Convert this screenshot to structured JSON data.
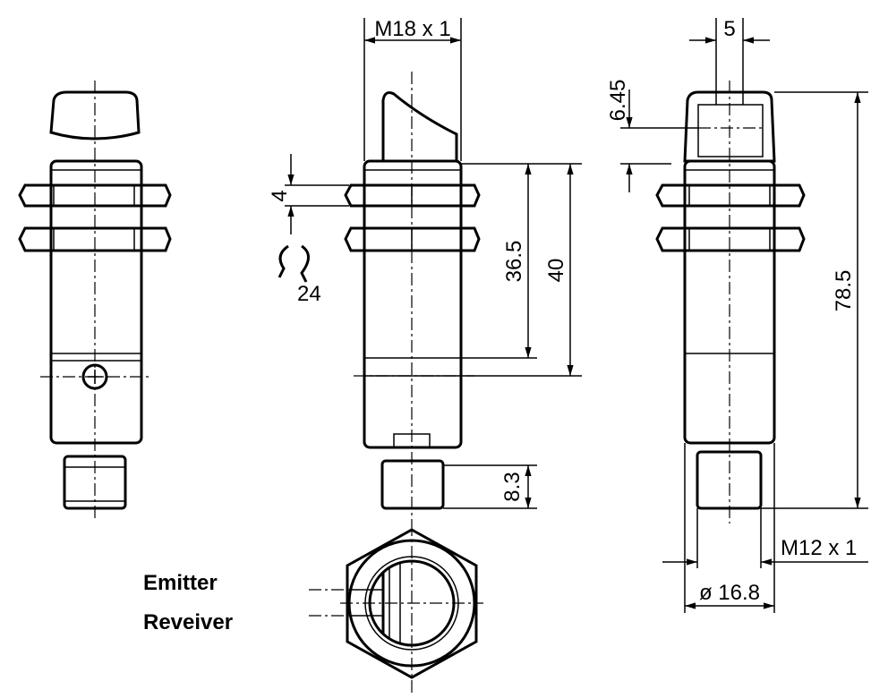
{
  "labels": {
    "emitter": "Emitter",
    "receiver": "Reveiver"
  },
  "dimensions": {
    "thread_main": "M18 x 1",
    "lens_width": "5",
    "lens_offset": "6.45",
    "nut_height": "4",
    "wrench_size": "24",
    "thread_length": "36.5",
    "body_length": "40",
    "total_length": "78.5",
    "connector_length": "8.3",
    "thread_connector": "M12 x 1",
    "diameter": "ø 16.8"
  }
}
